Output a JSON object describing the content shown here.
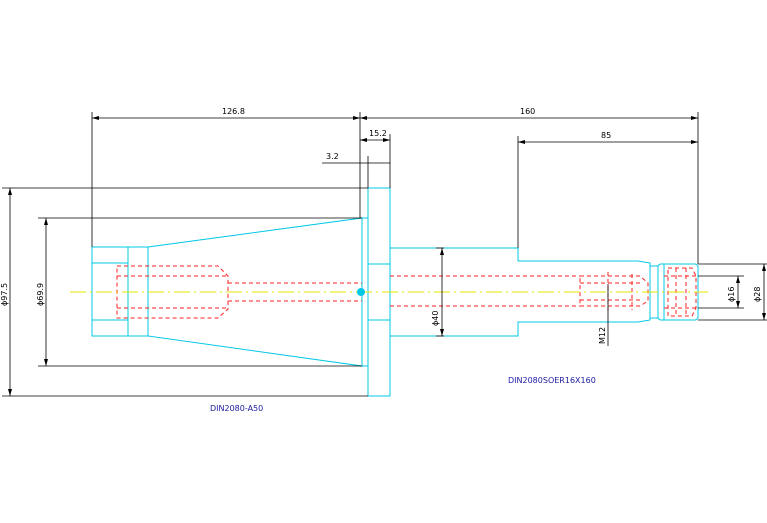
{
  "drawing": {
    "colors": {
      "outline": "#00c8e6",
      "hidden": "#ff2020",
      "centerline": "#e6e600",
      "dimension": "#000000",
      "label": "#1a1aa0"
    },
    "dimensions": {
      "len_1268": "126.8",
      "len_160": "160",
      "len_152": "15.2",
      "len_32": "3.2",
      "len_85": "85",
      "dia_975": "ϕ97.5",
      "dia_699": "ϕ69.9",
      "dia_40": "ϕ40",
      "thread_m12": "M12",
      "dia_16": "ϕ16",
      "dia_28": "ϕ28"
    },
    "labels": {
      "part_a": "DIN2080-A50",
      "part_b": "DIN2080SOER16X160"
    }
  }
}
